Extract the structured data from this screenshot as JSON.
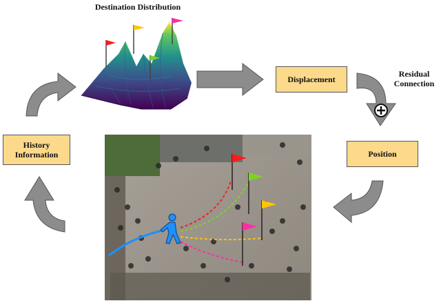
{
  "title": "Destination Distribution",
  "nodes": {
    "displacement": "Displacement",
    "position": "Position",
    "history_line1": "History",
    "history_line2": "Information"
  },
  "residual": {
    "line1": "Residual",
    "line2": "Connection",
    "operator": "⊕"
  },
  "colors": {
    "box_fill": "#FDD98B",
    "arrow_fill": "#8C8C8C",
    "flag_red": "#FF1A1A",
    "flag_yellow": "#FFC600",
    "flag_green": "#7ED321",
    "flag_pink": "#FF2DA6",
    "trajectory_blue": "#1E90FF"
  },
  "icons": [
    "pedestrian-icon",
    "flag-icon",
    "plus-circle-icon",
    "curved-arrow-icon",
    "block-arrow-icon"
  ]
}
